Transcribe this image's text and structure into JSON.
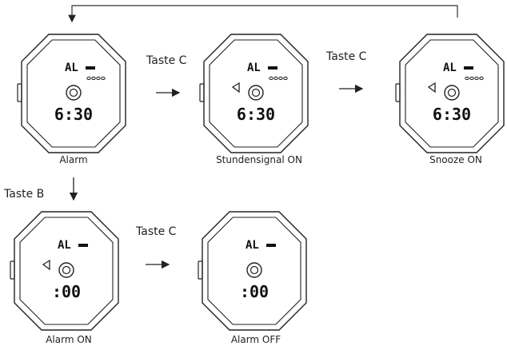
{
  "watches": [
    {
      "caption": "Alarm",
      "lcd_top": "AL",
      "lcd_time": "6:30",
      "indicator": false
    },
    {
      "caption": "Stundensignal ON",
      "lcd_top": "AL",
      "lcd_time": "6:30",
      "indicator": true
    },
    {
      "caption": "Snooze ON",
      "lcd_top": "AL",
      "lcd_time": "6:30",
      "indicator": true
    },
    {
      "caption": "Alarm ON",
      "lcd_top": "AL",
      "lcd_time": ":00",
      "indicator": true
    },
    {
      "caption": "Alarm OFF",
      "lcd_top": "AL",
      "lcd_time": ":00",
      "indicator": false
    }
  ],
  "transitions": {
    "t1": "Taste C",
    "t2": "Taste C",
    "t3": "Taste B",
    "t4": "Taste C"
  }
}
